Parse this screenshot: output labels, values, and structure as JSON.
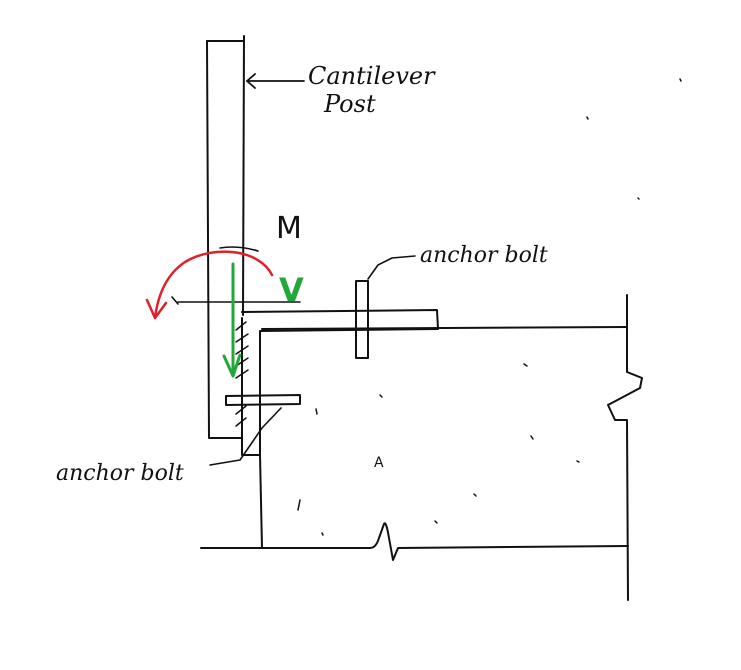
{
  "labels": {
    "post": [
      "Cantilever",
      "Post"
    ],
    "moment": "M",
    "shear": "V",
    "anchor_bolt_top": "anchor bolt",
    "anchor_bolt_left": "anchor bolt",
    "concrete_mark": "A"
  },
  "colors": {
    "ink": "#111111",
    "moment_arrow": "#e0202a",
    "shear_arrow": "#22a83a",
    "background": "#ffffff"
  },
  "icons": {
    "post_label_arrow": "left-arrow-icon",
    "moment_arrow": "curved-arrow-icon",
    "shear_arrow": "down-arrow-icon"
  }
}
